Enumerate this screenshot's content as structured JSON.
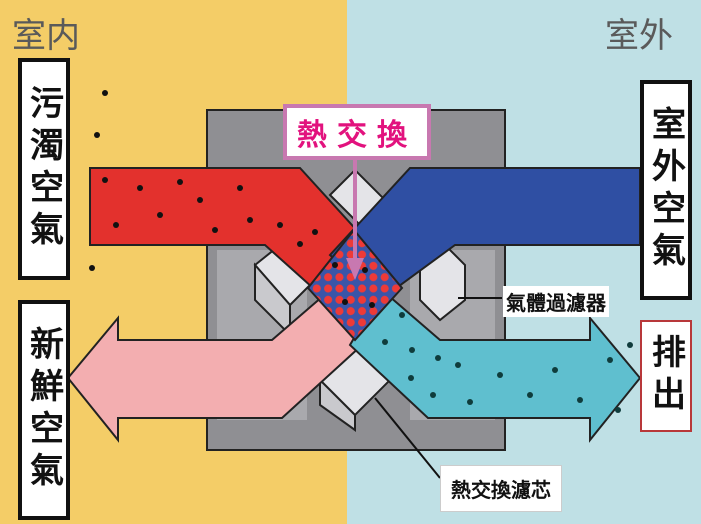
{
  "zones": {
    "indoor": "室内",
    "outdoor": "室外"
  },
  "labels": {
    "exhaust_air": "污濁空氣",
    "fresh_air": "新鮮空氣",
    "outdoor_air": "室外空氣",
    "discharge": "排出",
    "heat_exchange": "熱交換",
    "gas_filter": "氣體過濾器",
    "heat_exchange_core": "熱交換濾芯"
  },
  "colors": {
    "indoor_bg": "#f4cd67",
    "outdoor_bg": "#bfe0e5",
    "exhaust": "#e3312d",
    "outdoor_air": "#2f4fa3",
    "fresh": "#f3aeb0",
    "discharge": "#5fbfcf",
    "accent": "#e2127e"
  }
}
